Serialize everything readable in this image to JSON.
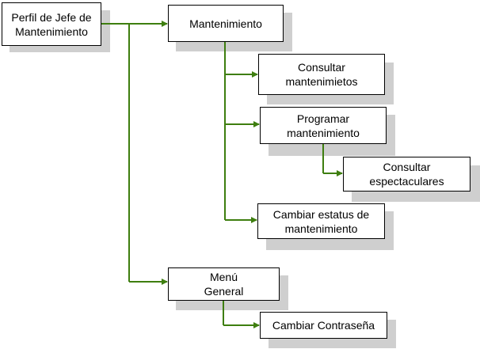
{
  "diagram": {
    "root": {
      "line1": "Perfil de Jefe de",
      "line2": "Mantenimiento"
    },
    "mantenimiento": {
      "label": "Mantenimiento"
    },
    "consultar_mantenimientos": {
      "line1": "Consultar",
      "line2": "mantenimietos"
    },
    "programar_mantenimiento": {
      "line1": "Programar",
      "line2": "mantenimiento"
    },
    "consultar_espectaculares": {
      "line1": "Consultar",
      "line2": "espectaculares"
    },
    "cambiar_estatus": {
      "line1": "Cambiar estatus de",
      "line2": "mantenimiento"
    },
    "menu_general": {
      "line1": "Menú",
      "line2": "General"
    },
    "cambiar_contrasena": {
      "label": "Cambiar Contraseña"
    }
  },
  "colors": {
    "connector": "#3e7e0f",
    "shadow": "#cfcfcf",
    "box_border": "#000000"
  }
}
